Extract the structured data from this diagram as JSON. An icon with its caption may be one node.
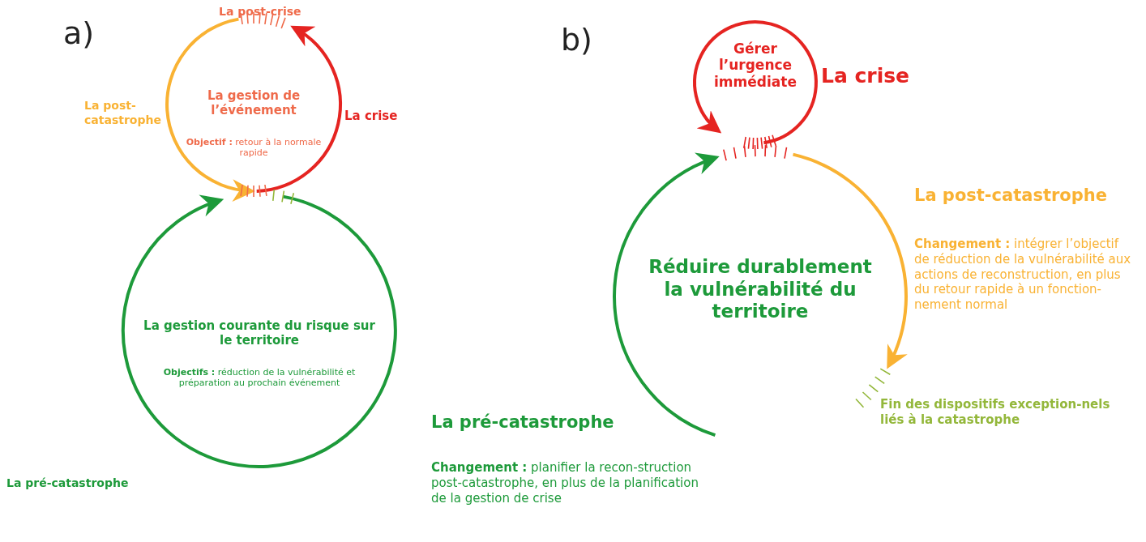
{
  "diagram": {
    "nodes": [
      {
        "text": [
          "La gestion de l’événement",
          "**Objectif :** retour à la normale rapide"
        ]
      },
      {
        "text": [
          "La gestion courante du risque sur le territoire",
          "**Objectifs :** réduction de la vulnérabilité et préparation au prochain événement"
        ]
      },
      {
        "text": [
          "Gérer l’urgence immédiate"
        ]
      },
      {
        "text": [
          "Réduire durablement la vulnérabilité du territoire"
        ]
      }
    ],
    "labels": [
      "a)",
      "La post-crise",
      "La post-catastrophe",
      "La crise",
      "La pré-catastrophe",
      "b)",
      "La crise",
      "La post-catastrophe",
      "**Changement :** intégrer l’objectif de réduction de la vulnérabilité aux actions de reconstruction, en plus du retour rapide à un fonction-nement normal",
      "Fin des dispositifs exception-nels liés à la catastrophe",
      "La pré-catastrophe",
      "**Changement :** planifier la recon-struction post-catastrophe, en plus de la planification de la gestion de crise"
    ]
  }
}
